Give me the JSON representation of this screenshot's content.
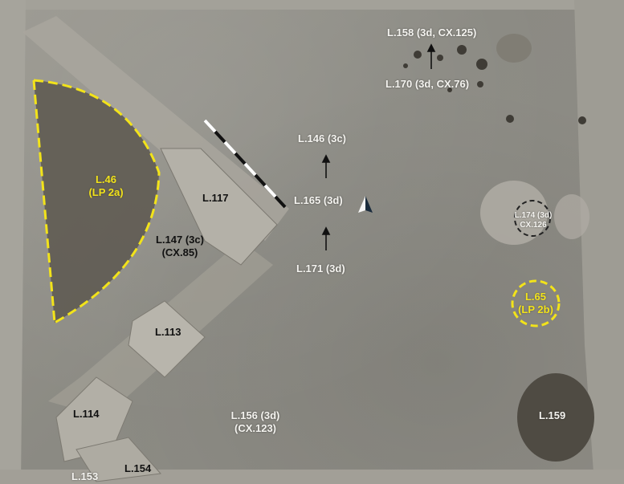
{
  "labels": {
    "l158": "L.158 (3d, CX.125)",
    "l170": "L.170 (3d, CX.76)",
    "l146": "L.146 (3c)",
    "l165": "L.165 (3d)",
    "l171": "L.171 (3d)",
    "l46_a": "L.46",
    "l46_b": "(LP 2a)",
    "l117": "L.117",
    "l147_a": "L.147 (3c)",
    "l147_b": "(CX.85)",
    "l113": "L.113",
    "l174_a": "L.174 (3d)",
    "l174_b": "CX.126",
    "l65_a": "L.65",
    "l65_b": "(LP 2b)",
    "l114": "L.114",
    "l156_a": "L.156 (3d)",
    "l156_b": "(CX.123)",
    "l159": "L.159",
    "l153": "L.153",
    "l154": "L.154"
  },
  "colors": {
    "soil": "#8f8d86",
    "highlight": "#f2e31a",
    "label_white": "#f4f3ef",
    "label_black": "#111111"
  },
  "icons": {
    "arrow": "up-arrow-icon",
    "scale_bar": "scale-bar-icon",
    "north": "north-arrow-icon"
  }
}
